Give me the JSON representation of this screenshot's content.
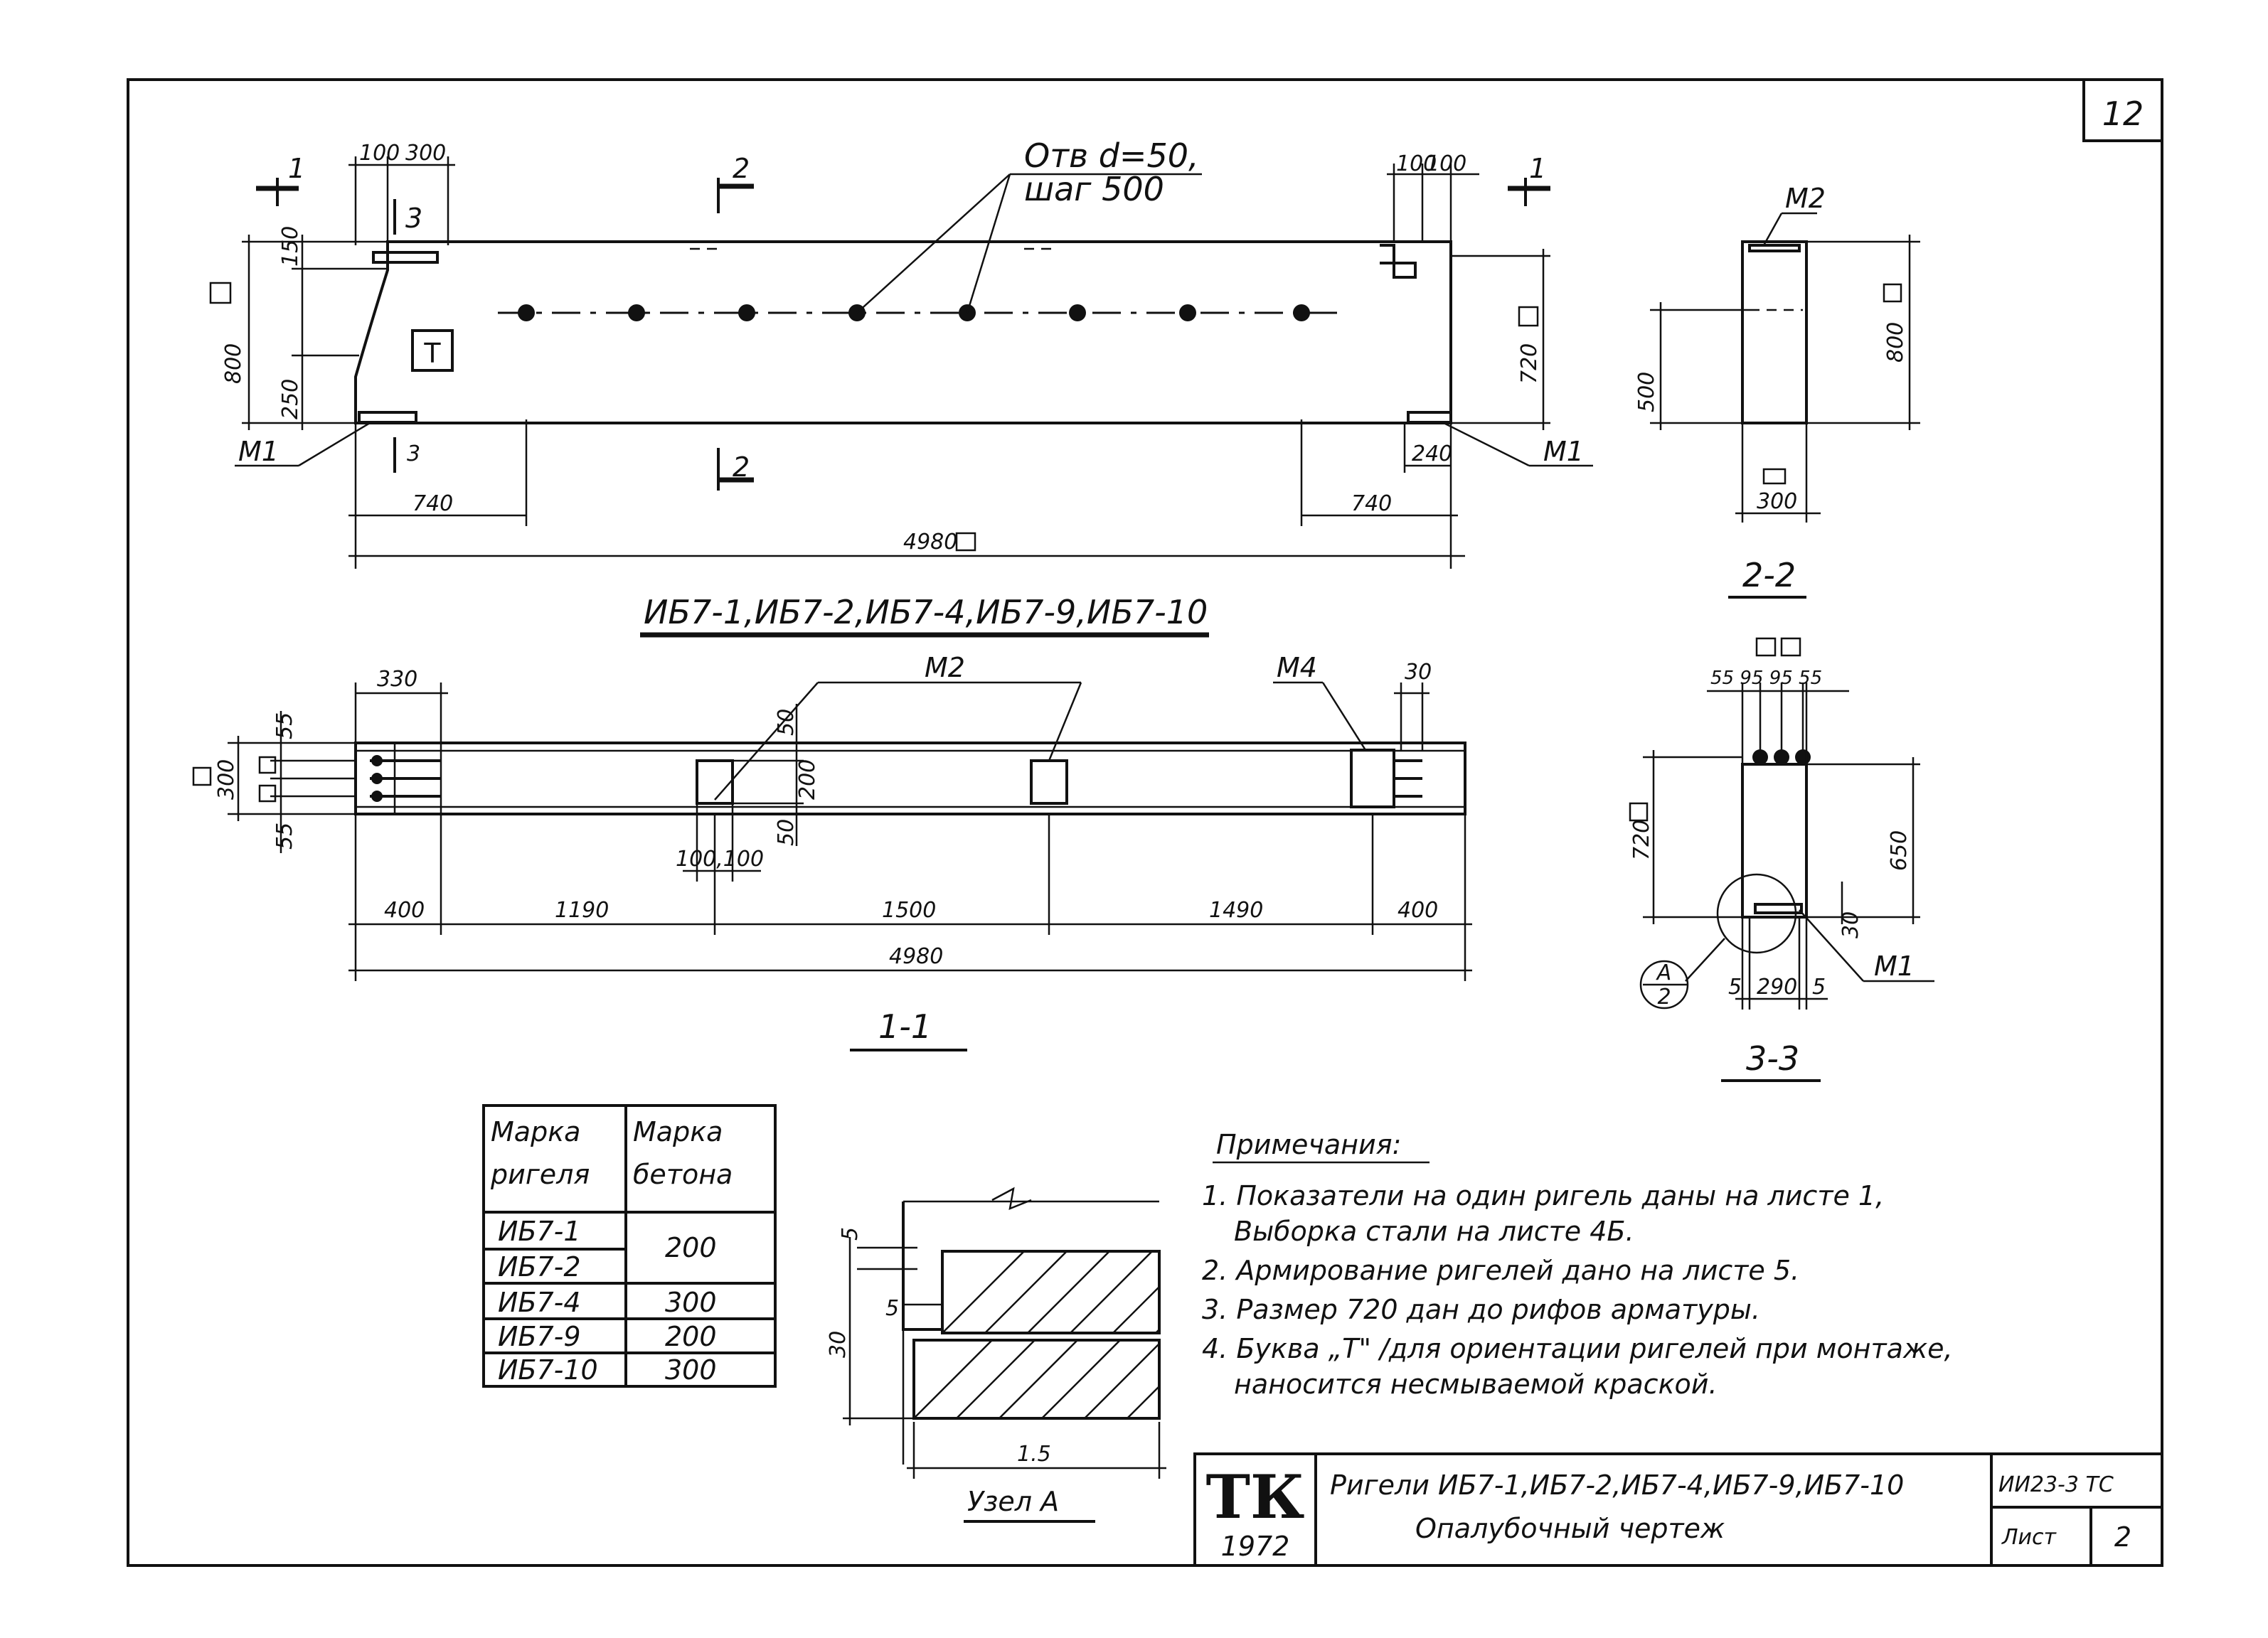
{
  "sheet": {
    "number": "12",
    "code": "ИИ23-3 ТС",
    "sheet_label": "Лист",
    "sheet_no": "2"
  },
  "elevation": {
    "dims": {
      "left_top_a": "100",
      "left_top_b": "300",
      "right_top_a": "100",
      "right_top_b": "100",
      "left_150": "150",
      "left_250": "250",
      "left_height": "800",
      "right_720": "720",
      "bottom_left": "740",
      "bottom_right": "740",
      "bottom_240": "240",
      "total": "4980"
    },
    "holes_note_1": "Отв d=50,",
    "holes_note_2": "шаг 500",
    "marker_T": "Т",
    "section_1": "1",
    "section_2": "2",
    "section_3": "3",
    "m1_left": "М1",
    "m1_right": "М1"
  },
  "section_22": {
    "label_m2": "М2",
    "dim_500": "500",
    "dim_800": "800",
    "dim_300": "300",
    "title": "2-2"
  },
  "series_title": "ИБ7-1,ИБ7-2,ИБ7-4,ИБ7-9,ИБ7-10",
  "plan": {
    "dims": {
      "d330": "330",
      "d30": "30",
      "d300": "300",
      "d55a": "55",
      "d55b": "55",
      "d50a": "50",
      "d200": "200",
      "d50b": "50",
      "d100_100": "100,100",
      "d400a": "400",
      "d1190": "1190",
      "d1500": "1500",
      "d1490": "1490",
      "d400b": "400",
      "total": "4980"
    },
    "label_m2": "М2",
    "label_m4": "М4",
    "title": "1-1"
  },
  "section_33": {
    "dims": {
      "top": "55 95 95 55",
      "d720": "720",
      "d650": "650",
      "d30": "30",
      "d5a": "5",
      "d290": "290",
      "d5b": "5"
    },
    "label_m1": "М1",
    "callout_top": "А",
    "callout_bottom": "2",
    "title": "3-3"
  },
  "table": {
    "headers": [
      [
        "Марка",
        "ригеля"
      ],
      [
        "Марка",
        "бетона"
      ]
    ],
    "rows": [
      {
        "mark": "ИБ7-1",
        "concrete": "200"
      },
      {
        "mark": "ИБ7-2",
        "concrete": ""
      },
      {
        "mark": "ИБ7-4",
        "concrete": "300"
      },
      {
        "mark": "ИБ7-9",
        "concrete": "200"
      },
      {
        "mark": "ИБ7-10",
        "concrete": "300"
      }
    ]
  },
  "detail": {
    "d5a": "5",
    "d5b": "5",
    "d30": "30",
    "d15": "1.5",
    "title": "Узел А"
  },
  "notes": {
    "title": "Примечания:",
    "items": [
      [
        "1. Показатели на один ригель даны на листе 1,",
        "Выборка стали на листе 4Б."
      ],
      [
        "2. Армирование ригелей дано на листе 5."
      ],
      [
        "3. Размер 720 дан до рифов арматуры."
      ],
      [
        "4. Буква „Т\" /для ориентации ригелей при монтаже,",
        "наносится несмываемой краской."
      ]
    ]
  },
  "title_block": {
    "org": "ТК",
    "year": "1972",
    "line1": "Ригели ИБ7-1,ИБ7-2,ИБ7-4,ИБ7-9,ИБ7-10",
    "line2": "Опалубочный чертеж"
  }
}
